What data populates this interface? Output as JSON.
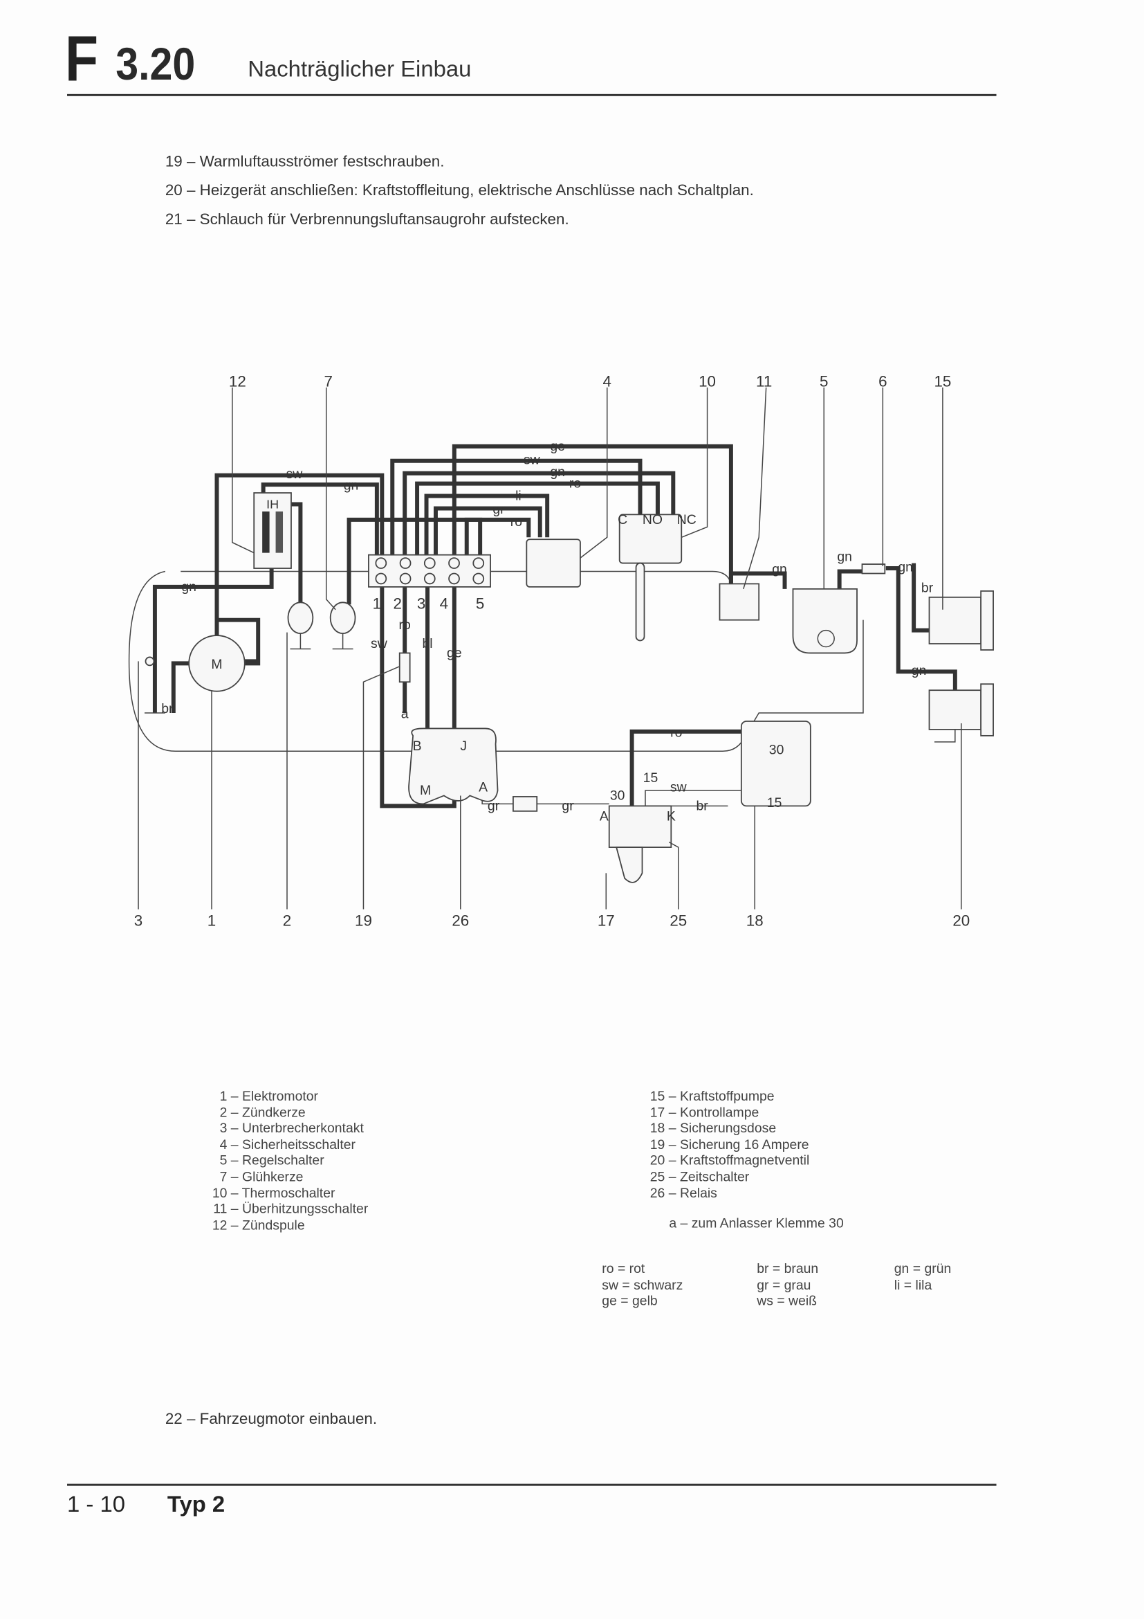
{
  "header": {
    "letter": "F",
    "section": "3.20",
    "title": "Nachträglicher Einbau"
  },
  "steps": [
    "19 – Warmluftausströmer festschrauben.",
    "20 – Heizgerät anschließen: Kraftstoffleitung, elektrische Anschlüsse nach Schaltplan.",
    "21 – Schlauch für Verbrennungsluftansaugrohr aufstecken."
  ],
  "diagram": {
    "top_labels": [
      "12",
      "7",
      "4",
      "10",
      "11",
      "5",
      "6",
      "15"
    ],
    "bottom_labels": [
      "3",
      "1",
      "2",
      "19",
      "26",
      "17",
      "25",
      "18",
      "20"
    ],
    "terminal_labels": [
      "1",
      "2",
      "3",
      "4",
      "5"
    ],
    "motor_label": "M",
    "coil_label": "IH",
    "wire_labels": [
      "sw",
      "gn",
      "ge",
      "sw",
      "gn",
      "ro",
      "li",
      "gr",
      "ro",
      "C",
      "NO",
      "NC",
      "gn",
      "br",
      "ro",
      "sw",
      "bl",
      "ge",
      "a",
      "B",
      "J",
      "M",
      "A",
      "gr",
      "gr",
      "ro",
      "15",
      "sw",
      "30",
      "br",
      "A",
      "K",
      "30",
      "15",
      "gn",
      "gn",
      "gn",
      "br",
      "gn"
    ]
  },
  "legend_left": [
    {
      "n": "1",
      "t": "Elektromotor"
    },
    {
      "n": "2",
      "t": "Zündkerze"
    },
    {
      "n": "3",
      "t": "Unterbrecherkontakt"
    },
    {
      "n": "4",
      "t": "Sicherheitsschalter"
    },
    {
      "n": "5",
      "t": "Regelschalter"
    },
    {
      "n": "7",
      "t": "Glühkerze"
    },
    {
      "n": "10",
      "t": "Thermoschalter"
    },
    {
      "n": "11",
      "t": "Überhitzungsschalter"
    },
    {
      "n": "12",
      "t": "Zündspule"
    }
  ],
  "legend_right": [
    {
      "n": "15",
      "t": "Kraftstoffpumpe"
    },
    {
      "n": "17",
      "t": "Kontrollampe"
    },
    {
      "n": "18",
      "t": "Sicherungsdose"
    },
    {
      "n": "19",
      "t": "Sicherung 16 Ampere"
    },
    {
      "n": "20",
      "t": "Kraftstoffmagnetventil"
    },
    {
      "n": "25",
      "t": "Zeitschalter"
    },
    {
      "n": "26",
      "t": "Relais"
    }
  ],
  "note_a": "a – zum Anlasser Klemme 30",
  "colors": [
    [
      "ro = rot",
      "sw = schwarz",
      "ge = gelb"
    ],
    [
      "br = braun",
      "gr = grau",
      "ws = weiß"
    ],
    [
      "gn = grün",
      "li = lila"
    ]
  ],
  "step_22": "22 – Fahrzeugmotor einbauen.",
  "footer": {
    "page": "1 - 10",
    "type": "Typ 2"
  }
}
